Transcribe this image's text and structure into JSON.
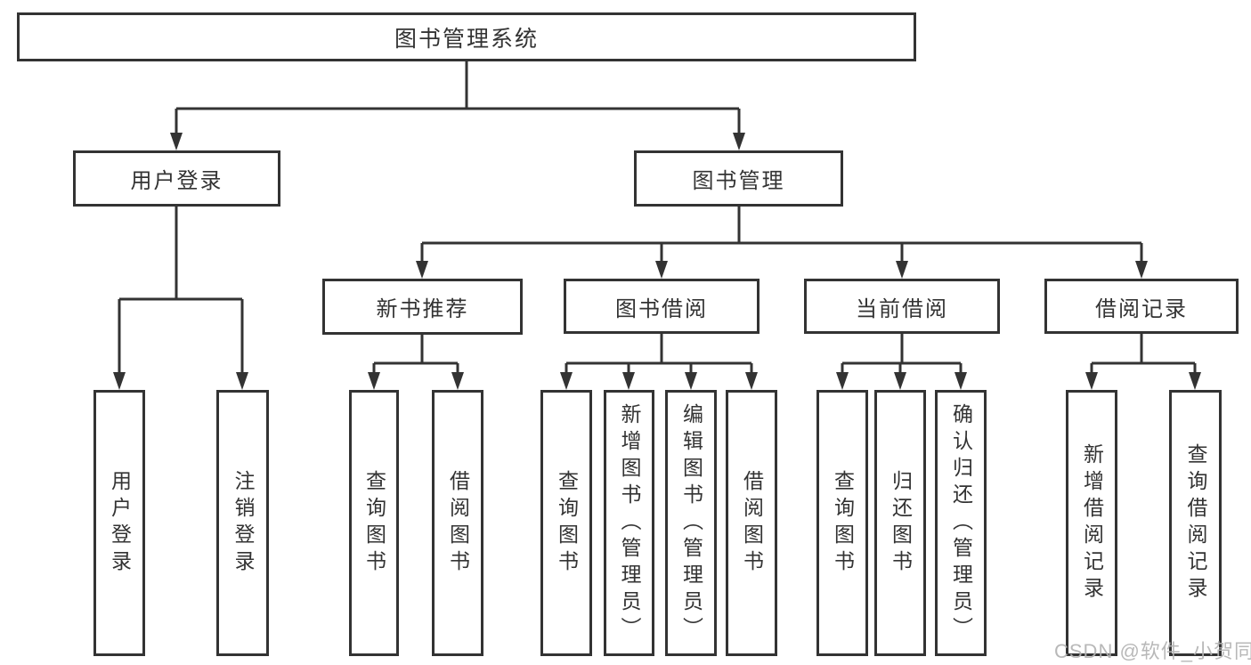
{
  "diagram_title": "图书管理系统",
  "colors": {
    "line": "#333333",
    "box_border": "#333333",
    "box_background": "#ffffff",
    "text": "#333333",
    "watermark": "#b3b3b3"
  },
  "tree": {
    "label": "图书管理系统",
    "children": [
      {
        "label": "用户登录",
        "children": [
          {
            "label": "用户登录"
          },
          {
            "label": "注销登录"
          }
        ]
      },
      {
        "label": "图书管理",
        "children": [
          {
            "label": "新书推荐",
            "children": [
              {
                "label": "查询图书"
              },
              {
                "label": "借阅图书"
              }
            ]
          },
          {
            "label": "图书借阅",
            "children": [
              {
                "label": "查询图书"
              },
              {
                "label": "新增图书（管理员）"
              },
              {
                "label": "编辑图书（管理员）"
              },
              {
                "label": "借阅图书"
              }
            ]
          },
          {
            "label": "当前借阅",
            "children": [
              {
                "label": "查询图书"
              },
              {
                "label": "归还图书"
              },
              {
                "label": "确认归还（管理员）"
              }
            ]
          },
          {
            "label": "借阅记录",
            "children": [
              {
                "label": "新增借阅记录"
              },
              {
                "label": "查询借阅记录"
              }
            ]
          }
        ]
      }
    ]
  },
  "watermark": {
    "text": "CSDN @软件_小贺同学"
  }
}
